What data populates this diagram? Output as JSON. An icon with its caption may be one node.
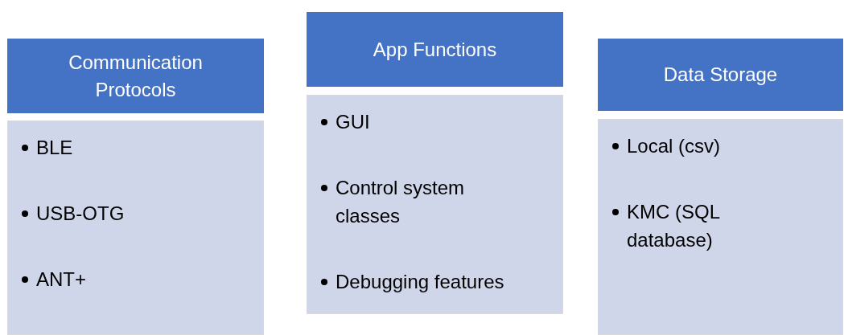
{
  "diagram": {
    "nodes": [
      {
        "text": [
          "Communication Protocols"
        ]
      },
      {
        "text": [
          "BLE",
          "USB-OTG",
          "ANT+"
        ]
      },
      {
        "text": [
          "App Functions"
        ]
      },
      {
        "text": [
          "GUI",
          "Control system classes",
          "Debugging features"
        ]
      },
      {
        "text": [
          "Data Storage"
        ]
      },
      {
        "text": [
          "Local (csv)",
          "KMC (SQL database)"
        ]
      }
    ]
  }
}
